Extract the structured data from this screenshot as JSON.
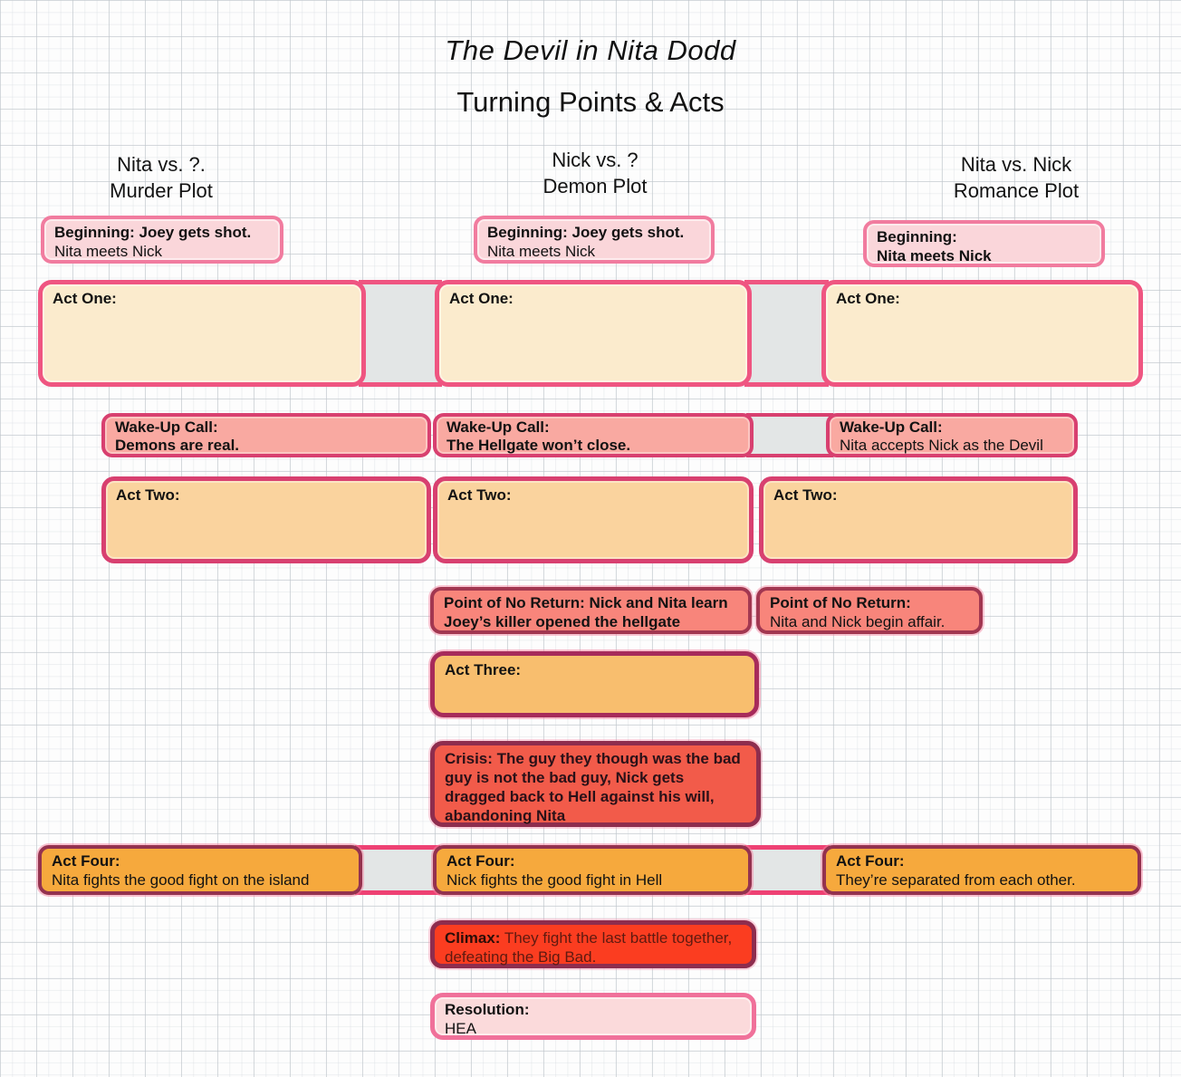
{
  "title": {
    "main": "The Devil in Nita Dodd",
    "subtitle": "Turning Points & Acts"
  },
  "columns": [
    {
      "id": "murder",
      "header": [
        "Nita vs. ?.",
        "Murder Plot"
      ]
    },
    {
      "id": "demon",
      "header": [
        "Nick vs. ?",
        "Demon Plot"
      ]
    },
    {
      "id": "romance",
      "header": [
        "Nita vs. Nick",
        "Romance Plot"
      ]
    }
  ],
  "boxes": {
    "beginning_murder": {
      "label": "Beginning: Joey gets shot.",
      "detail": "Nita meets Nick"
    },
    "beginning_demon": {
      "label": "Beginning: Joey gets shot.",
      "detail": "Nita meets Nick"
    },
    "beginning_romance": {
      "label": "Beginning:",
      "detail": "Nita meets Nick"
    },
    "act_one_murder": {
      "label": "Act One:"
    },
    "act_one_demon": {
      "label": "Act One:"
    },
    "act_one_romance": {
      "label": "Act One:"
    },
    "wake_up_murder": {
      "label": "Wake-Up Call:",
      "detail": "Demons are real."
    },
    "wake_up_demon": {
      "label": "Wake-Up Call:",
      "detail": "The Hellgate won’t close."
    },
    "wake_up_romance": {
      "label": "Wake-Up Call:",
      "detail": "Nita accepts Nick as the Devil"
    },
    "act_two_murder": {
      "label": "Act Two:"
    },
    "act_two_demon": {
      "label": "Act Two:"
    },
    "act_two_romance": {
      "label": "Act Two:"
    },
    "point_of_no_return_demon": {
      "label": "Point of No Return:",
      "detail": "Nick and Nita learn Joey’s killer opened the hellgate"
    },
    "point_of_no_return_romance": {
      "label": "Point of No Return:",
      "detail": "Nita and Nick begin affair."
    },
    "act_three_demon": {
      "label": "Act Three:"
    },
    "crisis_demon": {
      "label": "Crisis: ",
      "detail": "The guy they though was the bad guy is not the bad guy, Nick gets dragged back to Hell against his will, abandoning Nita"
    },
    "act_four_murder": {
      "label": "Act Four:",
      "detail": "Nita fights the good fight on the island"
    },
    "act_four_demon": {
      "label": "Act Four:",
      "detail": "Nick fights the good fight in Hell"
    },
    "act_four_romance": {
      "label": "Act Four:",
      "detail": "They’re separated from each other."
    },
    "climax_demon": {
      "label": "Climax:",
      "detail": "They fight the last battle together, defeating the Big Bad."
    },
    "resolution_demon": {
      "label": "Resolution:",
      "detail": "HEA"
    }
  },
  "palette": {
    "beginning_fill": "#FAD6DA",
    "beginning_border": "#F17C9F",
    "act_one_fill": "#FBEBCD",
    "act_one_border": "#EF5581",
    "wake_up_fill": "#F9A9A1",
    "wake_up_border": "#D84070",
    "act_two_fill": "#FAD39E",
    "act_two_border": "#D84070",
    "point_of_no_return_fill": "#F8857B",
    "point_of_no_return_border": "#A23751",
    "act_three_fill": "#F8BE6E",
    "act_three_border": "#A72B5B",
    "crisis_fill": "#F25B4A",
    "crisis_border": "#8E2D4E",
    "act_four_fill": "#F6A93D",
    "act_four_border": "#94324F",
    "climax_fill": "#FB3D20",
    "climax_border": "#8E2D4E",
    "resolution_fill": "#FBDADB",
    "resolution_border": "#F0719A",
    "connector_fill": "#E3E6E6",
    "connector_stripe": "#EE4173",
    "grid_line": "#BEC4CA"
  }
}
